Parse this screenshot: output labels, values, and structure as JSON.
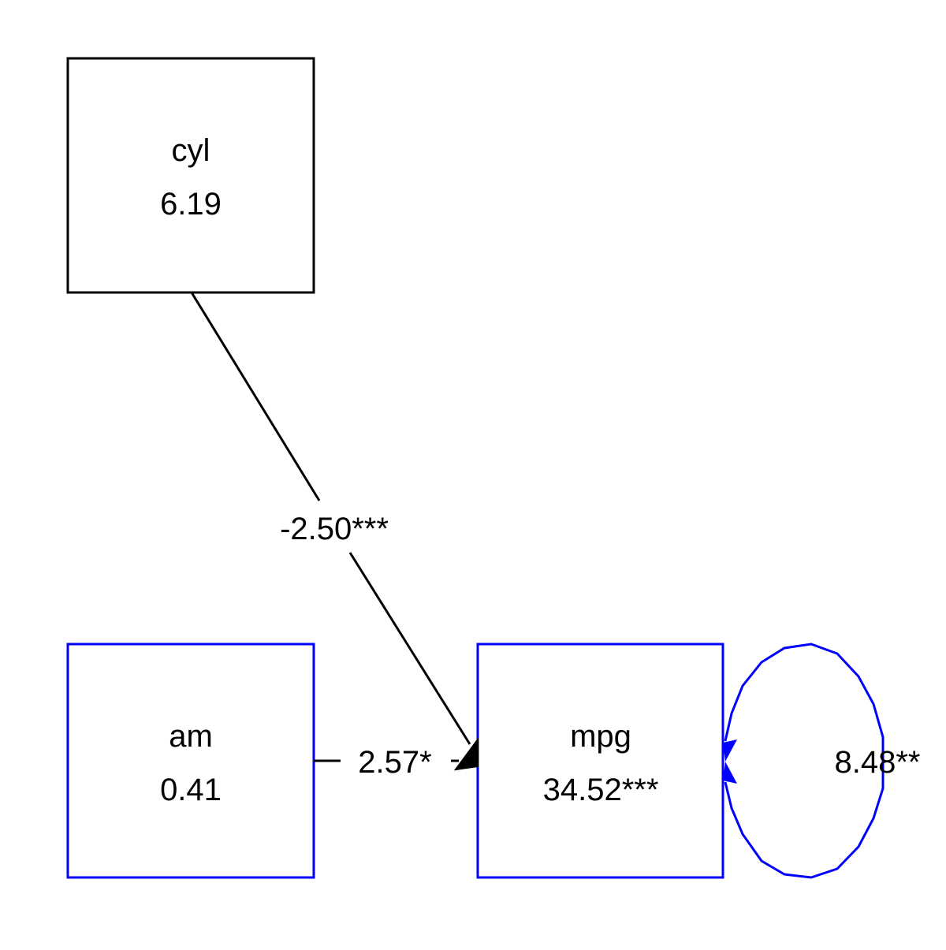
{
  "colors": {
    "observed_exogenous": "#000000",
    "observed_endogenous": "#0000FF",
    "background": "#FFFFFF"
  },
  "nodes": {
    "cyl": {
      "name": "cyl",
      "value": "6.19"
    },
    "am": {
      "name": "am",
      "value": "0.41"
    },
    "mpg": {
      "name": "mpg",
      "value": "34.52***"
    }
  },
  "paths": {
    "cyl_to_mpg": {
      "label": "-2.50***"
    },
    "am_to_mpg": {
      "label": "2.57*"
    },
    "mpg_variance": {
      "label": "8.48**"
    }
  }
}
